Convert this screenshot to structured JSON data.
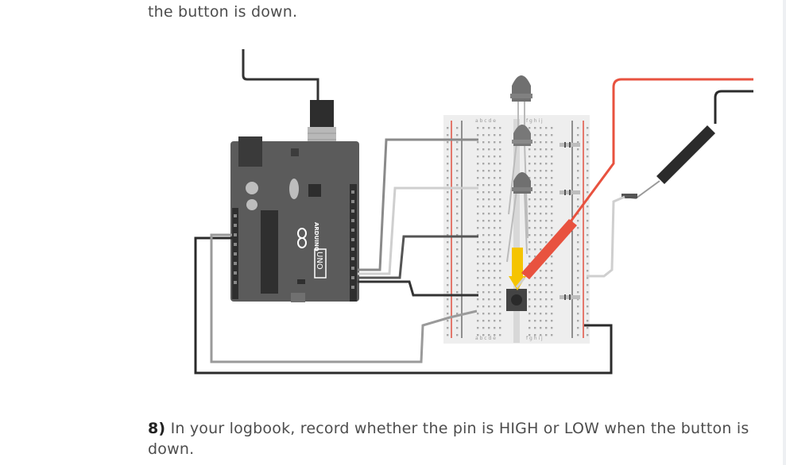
{
  "instructions": {
    "previous_text": "the button is down.",
    "step_number": "8)",
    "step_text": "In your logbook, record whether the pin is HIGH or LOW when the button is down."
  },
  "diagram": {
    "board_logo": "UNO",
    "board_brand": "ARDUINO",
    "breadboard_top_letters": "a b c d e",
    "breadboard_top_letters_right": "f g h i j",
    "breadboard_bottom_letters": "a b c d e",
    "breadboard_bottom_letters_right": "f g h i j",
    "colors": {
      "board": "#5b5b5b",
      "probe_red": "#e8523f",
      "probe_black": "#2b2b2b",
      "wire_gray": "#8a8a8a",
      "wire_light": "#cfcfcf",
      "button_yellow": "#f5c400",
      "breadboard": "#eeeeee"
    }
  }
}
